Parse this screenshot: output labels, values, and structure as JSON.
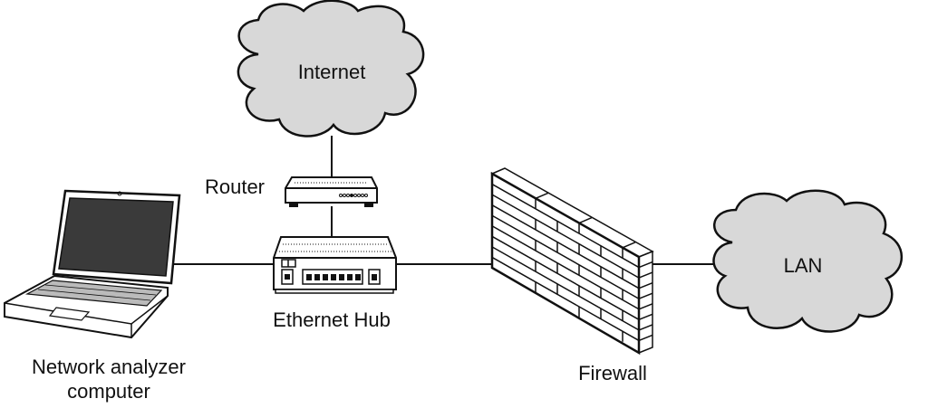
{
  "labels": {
    "internet": "Internet",
    "router": "Router",
    "hub": "Ethernet Hub",
    "laptop_line1": "Network analyzer",
    "laptop_line2": "computer",
    "firewall": "Firewall",
    "lan": "LAN"
  },
  "colors": {
    "stroke": "#111111",
    "screen": "#3a3a3a"
  }
}
